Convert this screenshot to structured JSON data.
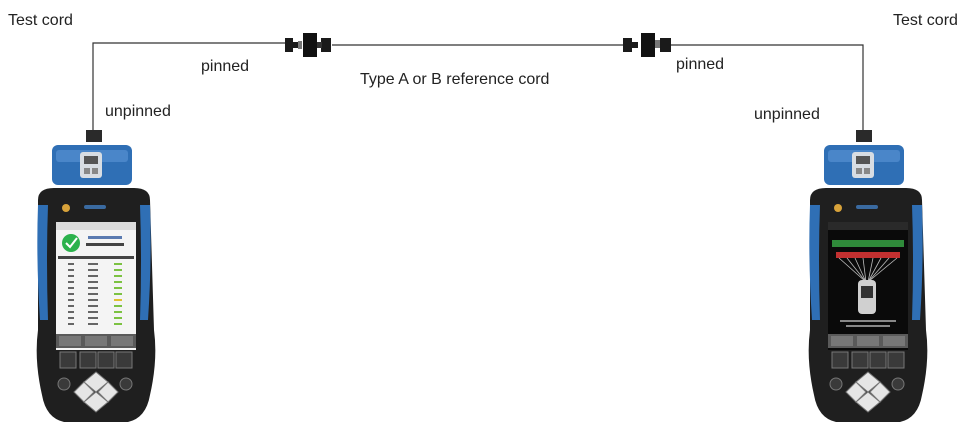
{
  "labels": {
    "test_cord_left": "Test cord",
    "test_cord_right": "Test cord",
    "pinned_left": "pinned",
    "pinned_right": "pinned",
    "unpinned_left": "unpinned",
    "unpinned_right": "unpinned",
    "reference_cord": "Type A or B reference cord"
  },
  "colors": {
    "cable": "#333333",
    "connector": "#1a1a1a",
    "device_body": "#1f1f1f",
    "device_accent": "#2f6fb5",
    "screen_left_check": "#2bb24c",
    "screen_right_bg": "#0a0a0a"
  }
}
